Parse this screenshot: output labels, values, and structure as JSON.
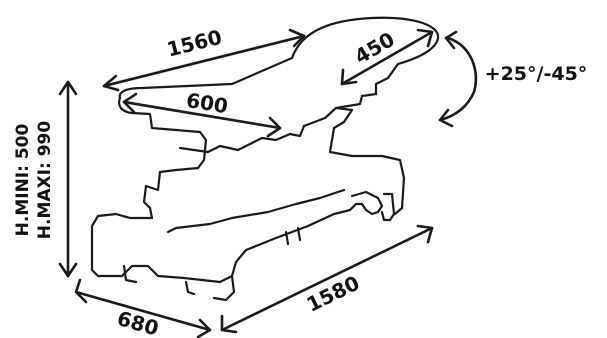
{
  "dimensions": {
    "top_length": "1560",
    "head_length": "450",
    "seat_length": "600",
    "base_length": "1580",
    "width": "680",
    "height_min": "H.MINI: 500",
    "height_max": "H.MAXI: 990",
    "tilt_angle": "+25°/-45°"
  }
}
